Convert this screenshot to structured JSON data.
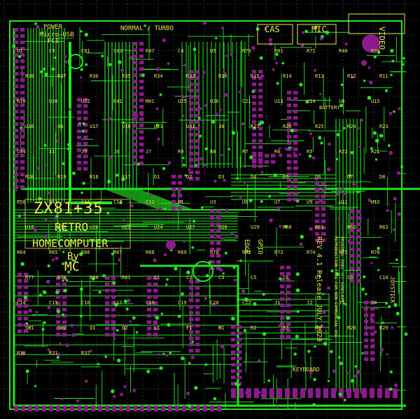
{
  "title": {
    "main": "ZX81+35",
    "line2": "RETRO",
    "line3": "HOMECOMPUTER",
    "by": "By",
    "author": "MC"
  },
  "connectors": {
    "cas": "CAS",
    "mic": "MIC",
    "video": "VIDEO",
    "power": "POWER",
    "usb": "Micro-USB",
    "fci": "FCI",
    "mode": "NORMAL / TURBO",
    "battery": "BATTERY",
    "keyboard": "KEYBOARD",
    "joystick": "JOYSTICK",
    "gpio": "GPIO",
    "edge": "EDGE"
  },
  "revision": "REV 4.1 Release JULY 2020",
  "notes": {
    "line1": "REPRODUCTION FREE FOR NON COMMERCIAL USE",
    "line2": "ORIGINAL ZX81 (C) SINCLAIR"
  },
  "refs": [
    {
      "t": "U2"
    },
    {
      "t": "C9"
    },
    {
      "t": "C01"
    },
    {
      "t": "C03"
    },
    {
      "t": "R47"
    },
    {
      "t": "C4"
    },
    {
      "t": "U5"
    },
    {
      "t": "R79"
    },
    {
      "t": "R01"
    },
    {
      "t": "R71"
    },
    {
      "t": "R40"
    },
    {
      "t": "R39"
    },
    {
      "t": "R38"
    },
    {
      "t": "R37"
    },
    {
      "t": "R36"
    },
    {
      "t": "R35"
    },
    {
      "t": "R34"
    },
    {
      "t": "R33"
    },
    {
      "t": "R16"
    },
    {
      "t": "R15"
    },
    {
      "t": "R14"
    },
    {
      "t": "R13"
    },
    {
      "t": "R12"
    },
    {
      "t": "R11"
    },
    {
      "t": "R10"
    },
    {
      "t": "U30"
    },
    {
      "t": "U22"
    },
    {
      "t": "R41"
    },
    {
      "t": "MH1"
    },
    {
      "t": "U25"
    },
    {
      "t": "U26"
    },
    {
      "t": "C21"
    },
    {
      "t": "U13"
    },
    {
      "t": "U14"
    },
    {
      "t": "U8"
    },
    {
      "t": "U15"
    },
    {
      "t": "U16"
    },
    {
      "t": "U4"
    },
    {
      "t": "U17"
    },
    {
      "t": "U10"
    },
    {
      "t": "U23"
    },
    {
      "t": "U31"
    },
    {
      "t": "J8"
    },
    {
      "t": "R27"
    },
    {
      "t": "R26"
    },
    {
      "t": "R25"
    },
    {
      "t": "R24"
    },
    {
      "t": "R23"
    },
    {
      "t": "C04"
    },
    {
      "t": "X1"
    },
    {
      "t": "J5"
    },
    {
      "t": "J6"
    },
    {
      "t": "J7"
    },
    {
      "t": "R9"
    },
    {
      "t": "R8"
    },
    {
      "t": "R7"
    },
    {
      "t": "R6"
    },
    {
      "t": "R5"
    },
    {
      "t": "R22"
    },
    {
      "t": "R21"
    },
    {
      "t": "R20"
    },
    {
      "t": "R19"
    },
    {
      "t": "R18"
    },
    {
      "t": "R17"
    },
    {
      "t": "D1"
    },
    {
      "t": "D2"
    },
    {
      "t": "D3"
    },
    {
      "t": "D4"
    },
    {
      "t": "D5"
    },
    {
      "t": "D6"
    },
    {
      "t": "D7"
    },
    {
      "t": "D8"
    },
    {
      "t": "R50"
    },
    {
      "t": "R51"
    },
    {
      "t": "C11"
    },
    {
      "t": "C12"
    },
    {
      "t": "C13"
    },
    {
      "t": "U1"
    },
    {
      "t": "U3"
    },
    {
      "t": "U6"
    },
    {
      "t": "U7"
    },
    {
      "t": "U9"
    },
    {
      "t": "U11"
    },
    {
      "t": "U12"
    },
    {
      "t": "U18"
    },
    {
      "t": "U19"
    },
    {
      "t": "U20"
    },
    {
      "t": "U21"
    },
    {
      "t": "U24"
    },
    {
      "t": "U27"
    },
    {
      "t": "U28"
    },
    {
      "t": "U29"
    },
    {
      "t": "R60"
    },
    {
      "t": "R61"
    },
    {
      "t": "R62"
    },
    {
      "t": "R63"
    },
    {
      "t": "R64"
    },
    {
      "t": "R65"
    },
    {
      "t": "R66"
    },
    {
      "t": "R67"
    },
    {
      "t": "R68"
    },
    {
      "t": "R69"
    },
    {
      "t": "R70"
    },
    {
      "t": "R72"
    },
    {
      "t": "R73"
    },
    {
      "t": "R74"
    },
    {
      "t": "R75"
    },
    {
      "t": "R76"
    },
    {
      "t": "R77"
    },
    {
      "t": "R78"
    },
    {
      "t": "R80"
    },
    {
      "t": "R81"
    },
    {
      "t": "C1"
    },
    {
      "t": "C2"
    },
    {
      "t": "C3"
    },
    {
      "t": "C5"
    },
    {
      "t": "C6"
    },
    {
      "t": "C7"
    },
    {
      "t": "C8"
    },
    {
      "t": "C10"
    },
    {
      "t": "C14"
    },
    {
      "t": "C15"
    },
    {
      "t": "C16"
    },
    {
      "t": "C17"
    },
    {
      "t": "C18"
    },
    {
      "t": "C19"
    },
    {
      "t": "C20"
    },
    {
      "t": "C22"
    },
    {
      "t": "J1"
    },
    {
      "t": "J2"
    },
    {
      "t": "J3"
    },
    {
      "t": "J4"
    },
    {
      "t": "SW1"
    },
    {
      "t": "SW2"
    },
    {
      "t": "Q1"
    },
    {
      "t": "Q2"
    },
    {
      "t": "L1"
    },
    {
      "t": "F1"
    },
    {
      "t": "R1"
    },
    {
      "t": "R2"
    },
    {
      "t": "R3"
    },
    {
      "t": "R4"
    },
    {
      "t": "R28"
    },
    {
      "t": "R29"
    },
    {
      "t": "R30"
    },
    {
      "t": "R31"
    },
    {
      "t": "R32"
    }
  ],
  "colors": {
    "background": "#000000",
    "trace_green": "#22e61f",
    "pad_magenta": "#8c1a8c",
    "silkscreen": "#e8e84a",
    "grid": "#4a4a4a"
  }
}
